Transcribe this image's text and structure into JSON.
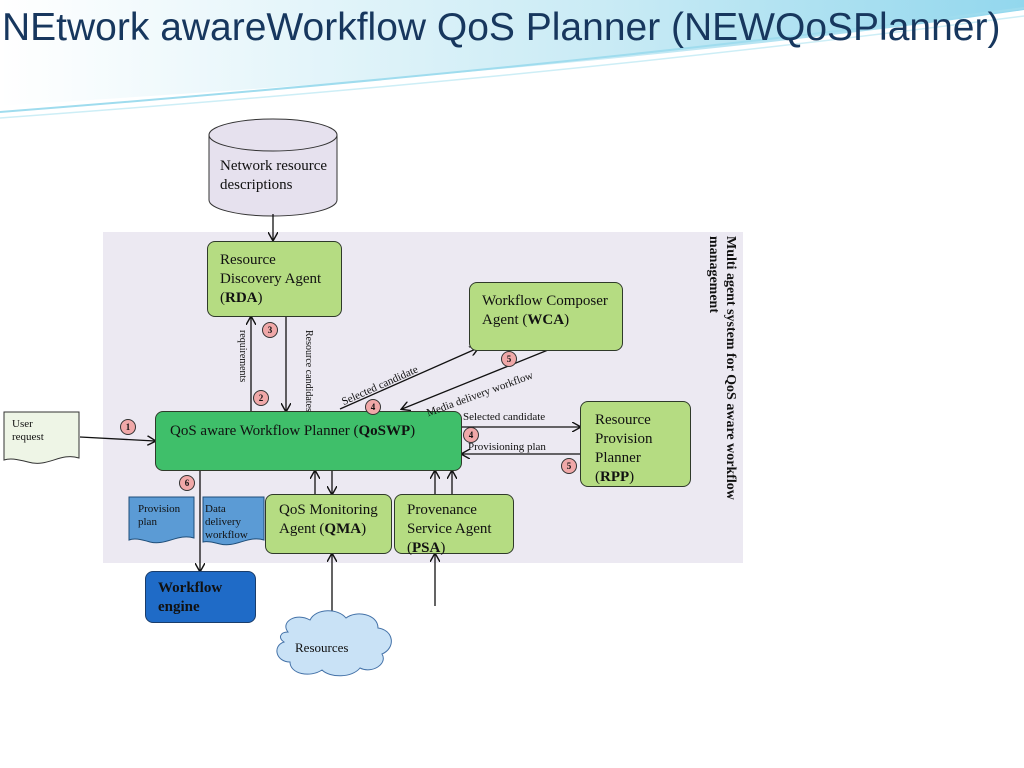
{
  "slide": {
    "title": "NEtwork awareWorkflow QoS Planner (NEWQoSPlanner)"
  },
  "diagram": {
    "panel_label": "Multi agent system for QoS aware workflow management",
    "database": {
      "label": "Network resource descriptions"
    },
    "agents": {
      "rda": {
        "name": "Resource Discovery Agent (",
        "abbr": "RDA",
        "close": ")"
      },
      "wca": {
        "name": "Workflow Composer Agent  (",
        "abbr": "WCA",
        "close": ")"
      },
      "qoswp": {
        "name": "QoS aware Workflow Planner (",
        "abbr": "QoSWP",
        "close": ")"
      },
      "rpp": {
        "name": "Resource Provision Planner (",
        "abbr": "RPP",
        "close": ")"
      },
      "qma": {
        "name": "QoS Monitoring Agent (",
        "abbr": "QMA",
        "close": ")"
      },
      "psa": {
        "name": "Provenance Service Agent (",
        "abbr": "PSA",
        "close": ")"
      },
      "engine": {
        "label": "Workflow engine"
      }
    },
    "documents": {
      "user_request": "User request",
      "provision_plan": "Provision plan",
      "data_delivery_workflow": "Data delivery workflow"
    },
    "cloud": {
      "label": "Resources"
    },
    "edge_labels": {
      "requirements": "requirements",
      "resource_candidates": "Resource candidates",
      "selected_candidate_wca": "Selected candidate",
      "media_delivery_workflow": "Media delivery workflow",
      "selected_candidate_rpp": "Selected candidate",
      "provisioning_plan": "Provisioning plan"
    },
    "steps": {
      "s1": "1",
      "s2": "2",
      "s3": "3",
      "s4a": "4",
      "s5a": "5",
      "s4b": "4",
      "s5b": "5",
      "s6": "6"
    },
    "colors": {
      "title": "#17375e",
      "agent_light": "#b5dc82",
      "agent_planner": "#3fbf6a",
      "engine": "#1f6bc7",
      "panel": "#ece9f2",
      "badge": "#f0a8a8"
    }
  }
}
